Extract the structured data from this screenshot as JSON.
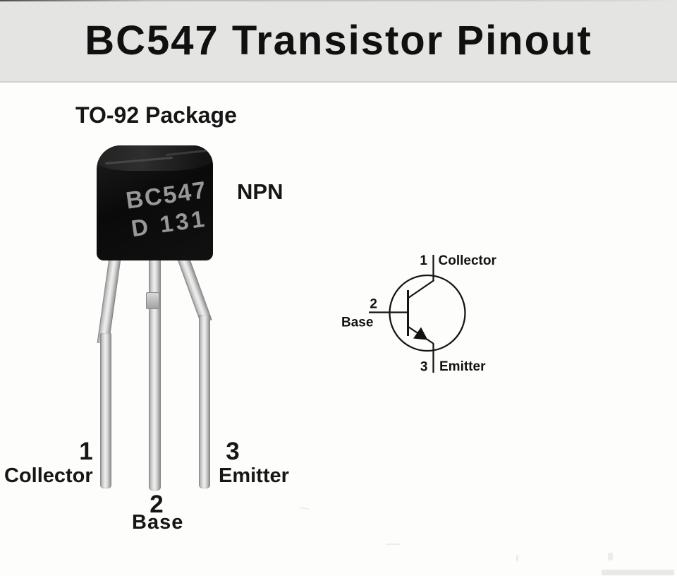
{
  "title": "BC547 Transistor Pinout",
  "package_view": {
    "heading": "TO-92 Package",
    "transistor_type": "NPN",
    "marking": {
      "line1": "BC547",
      "line2": "D 131"
    },
    "pins": [
      {
        "number": "1",
        "name": "Collector"
      },
      {
        "number": "2",
        "name": "Base"
      },
      {
        "number": "3",
        "name": "Emitter"
      }
    ]
  },
  "symbol_view": {
    "pins": [
      {
        "number": "1",
        "name": "Collector"
      },
      {
        "number": "2",
        "name": "Base"
      },
      {
        "number": "3",
        "name": "Emitter"
      }
    ]
  },
  "colors": {
    "header_background": "#e4e4e3",
    "page_background": "#fdfdfc",
    "title_text": "#101010",
    "diagram_line": "#141414",
    "package_body": "#0d0d0d",
    "marking_text": "#989898",
    "lead_metal": "#d9d9d9"
  }
}
